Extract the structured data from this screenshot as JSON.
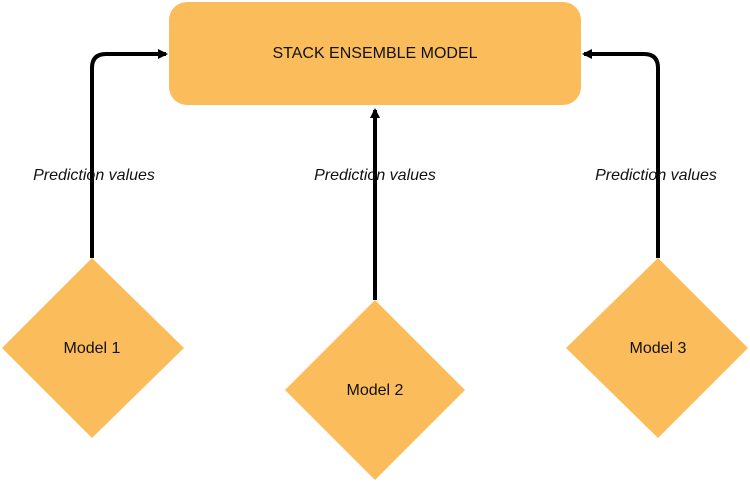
{
  "diagram": {
    "colors": {
      "node_fill": "#fbbd5b",
      "edge_stroke": "#000000",
      "text": "#111111",
      "background": "#ffffff"
    },
    "top_node": {
      "label": "STACK ENSEMBLE MODEL",
      "shape": "rounded-rectangle"
    },
    "models": [
      {
        "label": "Model 1",
        "shape": "diamond"
      },
      {
        "label": "Model 2",
        "shape": "diamond"
      },
      {
        "label": "Model 3",
        "shape": "diamond"
      }
    ],
    "edges": [
      {
        "from": "Model 1",
        "to": "STACK ENSEMBLE MODEL",
        "label": "Prediction values"
      },
      {
        "from": "Model 2",
        "to": "STACK ENSEMBLE MODEL",
        "label": "Prediction values"
      },
      {
        "from": "Model 3",
        "to": "STACK ENSEMBLE MODEL",
        "label": "Prediction values"
      }
    ]
  }
}
